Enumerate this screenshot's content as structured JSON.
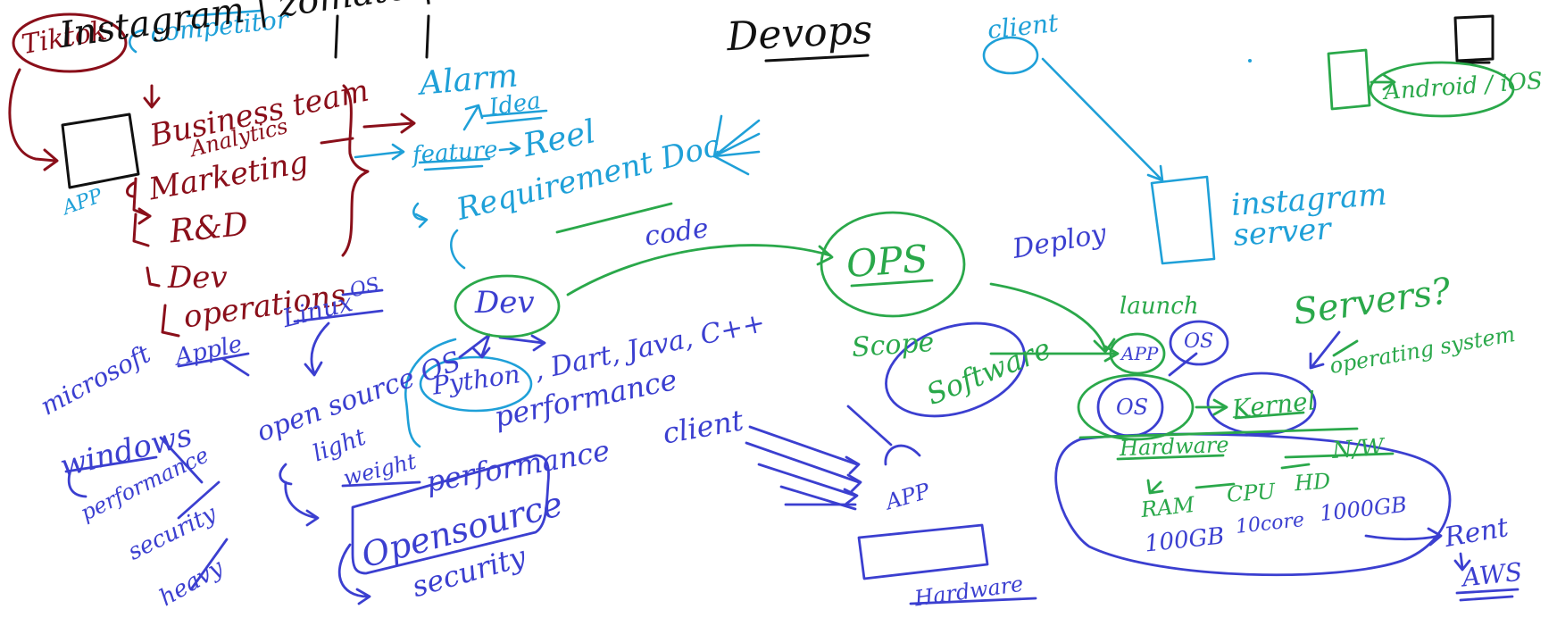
{
  "colors": {
    "black": "#111111",
    "maroon": "#8a0f1a",
    "sky": "#1fa0d8",
    "blue": "#3b3fd0",
    "green": "#2aa84a"
  },
  "title": "Devops",
  "companies": {
    "tiktok": "Tiktok",
    "competitor": "competitor",
    "row1": "Instagram | zomato | Ola | Flipkart"
  },
  "teams": {
    "app": "APP",
    "business": "Business team",
    "analytics": "Analytics",
    "marketing": "Marketing",
    "rnd": "R&D",
    "dev": "Dev",
    "operations": "operations"
  },
  "ideas": {
    "alarm": "Alarm",
    "idea": "Idea",
    "feature": "feature",
    "reel": "Reel",
    "requirement_doc": "Requirement Doc",
    "requirement": "Requirement"
  },
  "os": {
    "microsoft": "microsoft",
    "apple": "Apple",
    "linux": "Linux",
    "linux_os": "OS",
    "open_source_os": "open source OS",
    "windows": "windows",
    "performance_x": "performance",
    "performance": "performance",
    "security": "security",
    "heavy": "heavy",
    "open_source": "open source"
  },
  "dev": {
    "dev": "Dev",
    "code": "code",
    "python": "Python",
    "langs": ", Dart, Java, C++",
    "performance": "performance",
    "light": "light",
    "weight": "weight",
    "performance2": "performance",
    "open_source": "Opensource",
    "security": "security"
  },
  "ops": {
    "ops": "OPS",
    "scope": "Scope",
    "client": "client",
    "app": "APP",
    "hardware": "Hardware",
    "software": "Software",
    "deploy": "Deploy"
  },
  "cloud": {
    "client": "client",
    "server_label": "instagram server",
    "android_ios": "Android / iOS"
  },
  "stack": {
    "servers": "Servers?",
    "operating_system": "operating system",
    "launch": "launch",
    "app": "APP",
    "os": "OS",
    "os2": "OS",
    "kernel": "Kernel",
    "hardware": "Hardware",
    "nw": "N/W",
    "ram": "RAM",
    "cpu": "CPU",
    "hd": "HD",
    "ram_size": "100GB",
    "cores": "10core",
    "hd_size": "1000GB",
    "rent": "Rent",
    "aws": "AWS"
  }
}
